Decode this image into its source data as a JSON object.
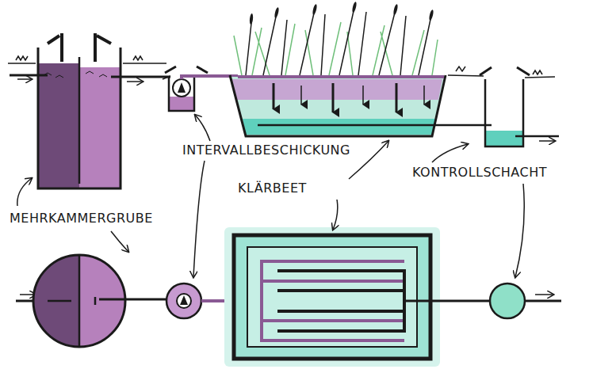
{
  "diagram": {
    "labels": [
      "INTERVALLBESCHICKUNG",
      "KONTROLLSCHACHT",
      "KLÄRBEET",
      "MEHRKAMMERGRUBE"
    ]
  }
}
